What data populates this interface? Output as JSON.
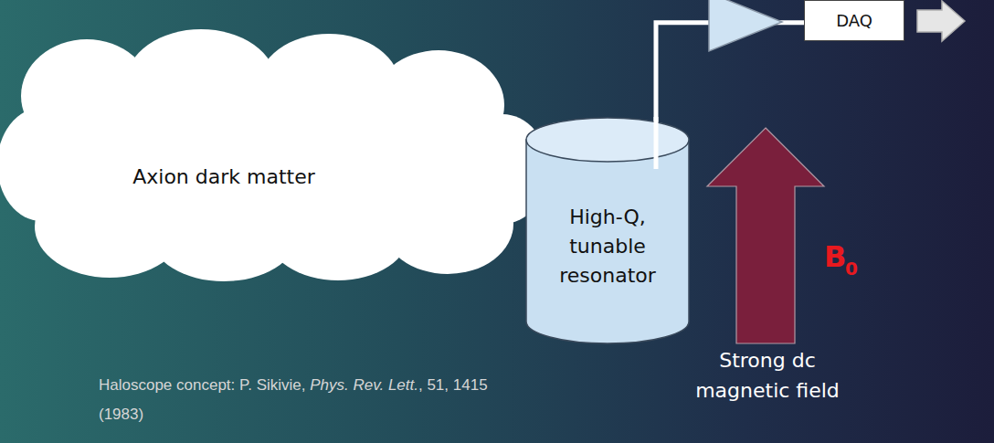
{
  "diagram": {
    "nodes": [
      {
        "text": [
          "Axion dark matter"
        ]
      },
      {
        "text": [
          "High-Q, tunable resonator"
        ]
      },
      {
        "text": [
          "DAQ"
        ]
      }
    ],
    "edges": [
      {
        "from": 1,
        "to": 2,
        "arrow": "none"
      }
    ],
    "labels": [
      "B",
      "0",
      "Strong dc magnetic field",
      "Haloscope concept: P. Sikivie,",
      "Phys. Rev. Lett.",
      ", 51, 1415 (1983)"
    ]
  }
}
